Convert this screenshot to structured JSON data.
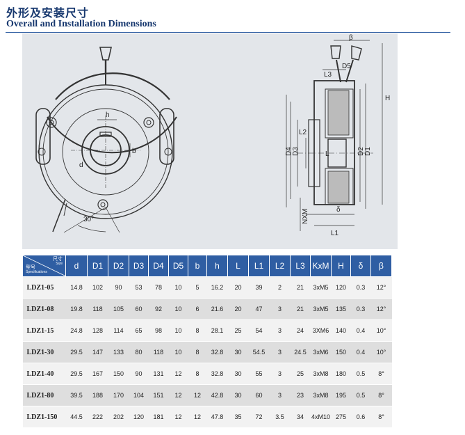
{
  "title_zh": "外形及安装尺寸",
  "title_en": "Overall and Installation Dimensions",
  "drawing": {
    "front_angle_label": "30°",
    "front_labels": [
      "h",
      "d",
      "b"
    ],
    "side_labels": [
      "β",
      "L3",
      "D5",
      "H",
      "L2",
      "D4",
      "D3",
      "D2",
      "D1",
      "NXM",
      "L",
      "δ",
      "L1"
    ]
  },
  "table": {
    "corner": {
      "size_zh": "尺寸",
      "size_en": "Size",
      "model_zh": "型号",
      "model_en": "Specifications"
    },
    "columns": [
      "d",
      "D1",
      "D2",
      "D3",
      "D4",
      "D5",
      "b",
      "h",
      "L",
      "L1",
      "L2",
      "L3",
      "KxM",
      "H",
      "δ",
      "β"
    ],
    "rows": [
      {
        "model": "LDZ1-05",
        "values": [
          "14.8",
          "102",
          "90",
          "53",
          "78",
          "10",
          "5",
          "16.2",
          "20",
          "39",
          "2",
          "21",
          "3xM5",
          "120",
          "0.3",
          "12°"
        ]
      },
      {
        "model": "LDZ1-08",
        "values": [
          "19.8",
          "118",
          "105",
          "60",
          "92",
          "10",
          "6",
          "21.6",
          "20",
          "47",
          "3",
          "21",
          "3xM5",
          "135",
          "0.3",
          "12°"
        ]
      },
      {
        "model": "LDZ1-15",
        "values": [
          "24.8",
          "128",
          "114",
          "65",
          "98",
          "10",
          "8",
          "28.1",
          "25",
          "54",
          "3",
          "24",
          "3XM6",
          "140",
          "0.4",
          "10°"
        ]
      },
      {
        "model": "LDZ1-30",
        "values": [
          "29.5",
          "147",
          "133",
          "80",
          "118",
          "10",
          "8",
          "32.8",
          "30",
          "54.5",
          "3",
          "24.5",
          "3xM6",
          "150",
          "0.4",
          "10°"
        ]
      },
      {
        "model": "LDZ1-40",
        "values": [
          "29.5",
          "167",
          "150",
          "90",
          "131",
          "12",
          "8",
          "32.8",
          "30",
          "55",
          "3",
          "25",
          "3xM8",
          "180",
          "0.5",
          "8°"
        ]
      },
      {
        "model": "LDZ1-80",
        "values": [
          "39.5",
          "188",
          "170",
          "104",
          "151",
          "12",
          "12",
          "42.8",
          "30",
          "60",
          "3",
          "23",
          "3xM8",
          "195",
          "0.5",
          "8°"
        ]
      },
      {
        "model": "LDZ1-150",
        "values": [
          "44.5",
          "222",
          "202",
          "120",
          "181",
          "12",
          "12",
          "47.8",
          "35",
          "72",
          "3.5",
          "34",
          "4xM10",
          "275",
          "0.6",
          "8°"
        ]
      }
    ]
  }
}
